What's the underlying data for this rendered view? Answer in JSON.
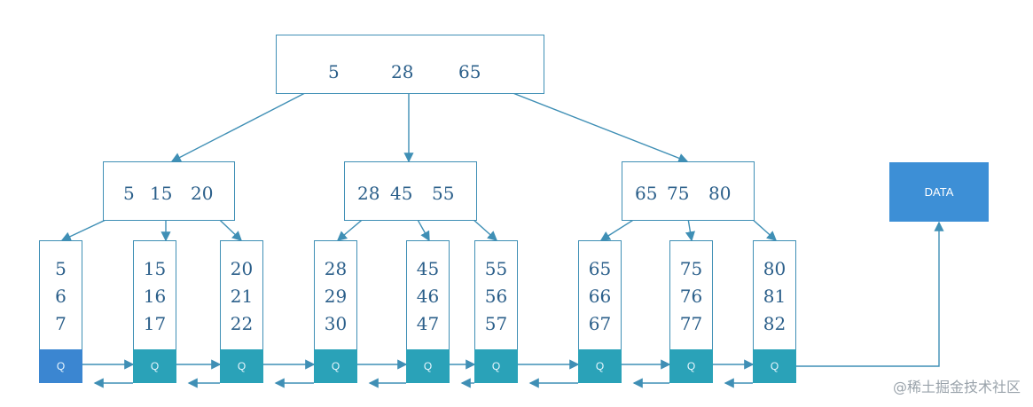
{
  "root": {
    "keys": [
      "5",
      "28",
      "65"
    ]
  },
  "internal_nodes": [
    {
      "keys": [
        "5",
        "15",
        "20"
      ]
    },
    {
      "keys": [
        "28",
        "45",
        "55"
      ]
    },
    {
      "keys": [
        "65",
        "75",
        "80"
      ]
    }
  ],
  "leaves": [
    {
      "values": [
        "5",
        "6",
        "7"
      ],
      "q_label": "Q"
    },
    {
      "values": [
        "15",
        "16",
        "17"
      ],
      "q_label": "Q"
    },
    {
      "values": [
        "20",
        "21",
        "22"
      ],
      "q_label": "Q"
    },
    {
      "values": [
        "28",
        "29",
        "30"
      ],
      "q_label": "Q"
    },
    {
      "values": [
        "45",
        "46",
        "47"
      ],
      "q_label": "Q"
    },
    {
      "values": [
        "55",
        "56",
        "57"
      ],
      "q_label": "Q"
    },
    {
      "values": [
        "65",
        "66",
        "67"
      ],
      "q_label": "Q"
    },
    {
      "values": [
        "75",
        "76",
        "77"
      ],
      "q_label": "Q"
    },
    {
      "values": [
        "80",
        "81",
        "82"
      ],
      "q_label": "Q"
    }
  ],
  "data_box": {
    "label": "DATA"
  },
  "watermark": "@稀土掘金技术社区",
  "colors": {
    "border": "#3f8fb5",
    "arrow": "#3f8fb5",
    "key_text": "#2b5f8a",
    "q_first": "#3b86d1",
    "q_other": "#2aa2b8",
    "data_box": "#3d8fd6"
  }
}
